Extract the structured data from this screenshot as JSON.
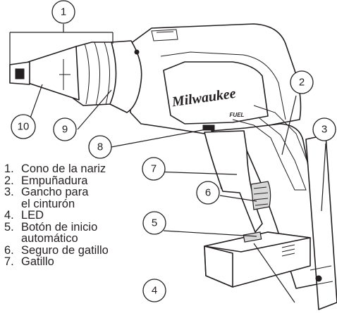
{
  "brand": "Milwaukee",
  "badge": "FUEL",
  "callouts": [
    {
      "number": "1"
    },
    {
      "number": "2"
    },
    {
      "number": "3"
    },
    {
      "number": "4"
    },
    {
      "number": "5"
    },
    {
      "number": "6"
    },
    {
      "number": "7"
    },
    {
      "number": "8"
    },
    {
      "number": "9"
    },
    {
      "number": "10"
    }
  ],
  "legend": [
    {
      "num": "1.",
      "text": "Cono de la nariz"
    },
    {
      "num": "2.",
      "text": "Empuñadura"
    },
    {
      "num": "3.",
      "text": "Gancho para\nel cinturón"
    },
    {
      "num": "4.",
      "text": "LED"
    },
    {
      "num": "5.",
      "text": "Botón de inicio\nautomático"
    },
    {
      "num": "6.",
      "text": "Seguro de gatillo"
    },
    {
      "num": "7.",
      "text": "Gatillo"
    }
  ]
}
